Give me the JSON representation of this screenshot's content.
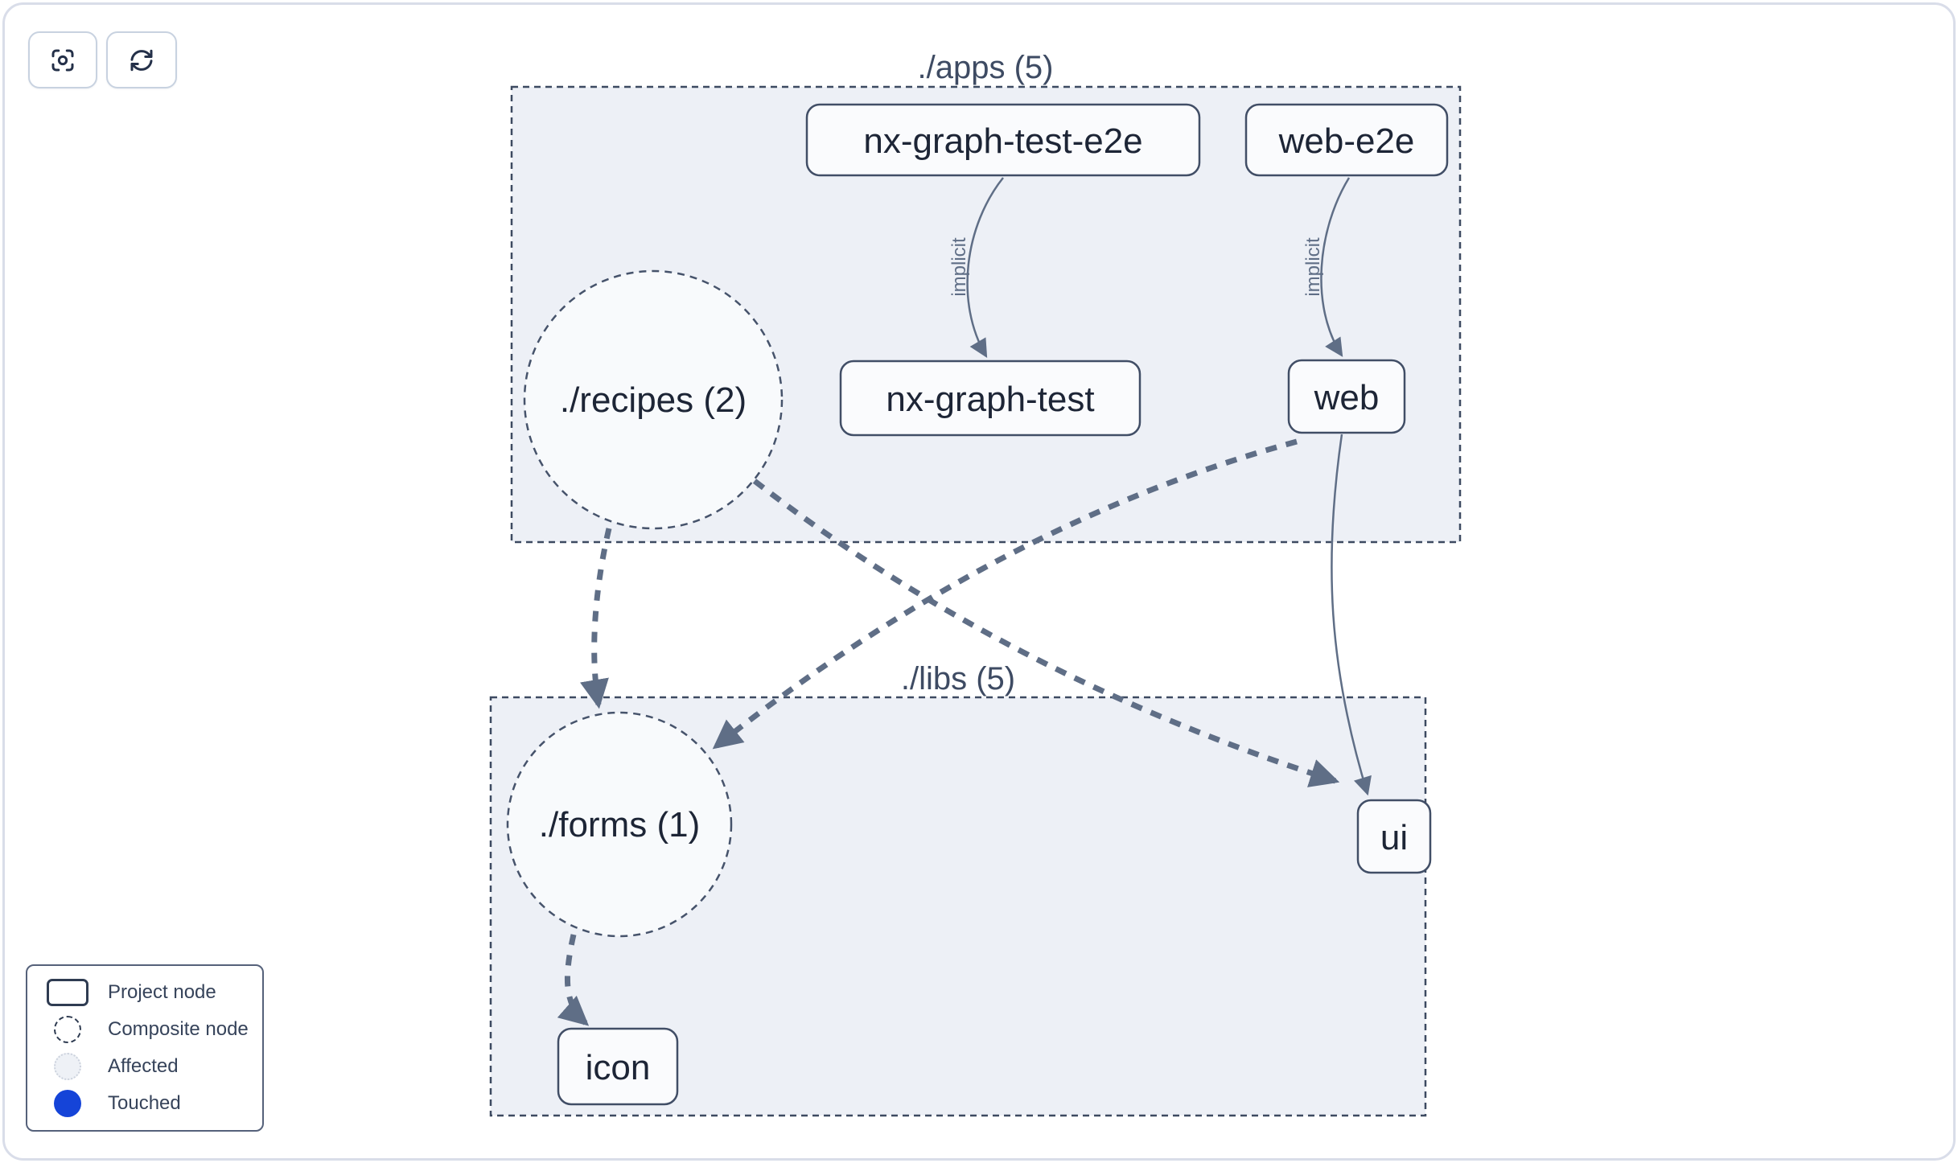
{
  "toolbar": {
    "focus_button": {
      "icon": "focus-target-icon"
    },
    "refresh_button": {
      "icon": "refresh-icon"
    }
  },
  "graph": {
    "groups": [
      {
        "id": "apps",
        "label": "./apps (5)"
      },
      {
        "id": "libs",
        "label": "./libs (5)"
      }
    ],
    "nodes": [
      {
        "id": "nx-graph-test-e2e",
        "label": "nx-graph-test-e2e",
        "type": "project",
        "group": "apps"
      },
      {
        "id": "web-e2e",
        "label": "web-e2e",
        "type": "project",
        "group": "apps"
      },
      {
        "id": "recipes",
        "label": "./recipes (2)",
        "type": "composite",
        "group": "apps"
      },
      {
        "id": "nx-graph-test",
        "label": "nx-graph-test",
        "type": "project",
        "group": "apps"
      },
      {
        "id": "web",
        "label": "web",
        "type": "project",
        "group": "apps"
      },
      {
        "id": "forms",
        "label": "./forms (1)",
        "type": "composite",
        "group": "libs"
      },
      {
        "id": "ui",
        "label": "ui",
        "type": "project",
        "group": "libs"
      },
      {
        "id": "icon",
        "label": "icon",
        "type": "project",
        "group": "libs"
      }
    ],
    "edges": [
      {
        "from": "nx-graph-test-e2e",
        "to": "nx-graph-test",
        "label": "implicit",
        "style": "solid"
      },
      {
        "from": "web-e2e",
        "to": "web",
        "label": "implicit",
        "style": "solid"
      },
      {
        "from": "web",
        "to": "ui",
        "label": "",
        "style": "solid"
      },
      {
        "from": "recipes",
        "to": "forms",
        "label": "",
        "style": "dashed-thick"
      },
      {
        "from": "recipes",
        "to": "ui",
        "label": "",
        "style": "dashed-thick"
      },
      {
        "from": "web",
        "to": "forms",
        "label": "",
        "style": "dashed-thick"
      },
      {
        "from": "forms",
        "to": "icon",
        "label": "",
        "style": "dashed-thick"
      }
    ]
  },
  "legend": {
    "items": [
      {
        "label": "Project node",
        "swatch": "project-node-swatch"
      },
      {
        "label": "Composite node",
        "swatch": "composite-node-swatch"
      },
      {
        "label": "Affected",
        "swatch": "affected-swatch"
      },
      {
        "label": "Touched",
        "swatch": "touched-swatch"
      }
    ]
  },
  "colors": {
    "group_fill": "#edf0f6",
    "group_border": "#3d4a61",
    "node_fill": "#fafbfd",
    "node_border": "#414e66",
    "node_text": "#1d2536",
    "edge": "#5f6e86",
    "edge_label": "#5f6e86",
    "touched_blue": "#1544d8",
    "affected_fill": "#eef1f6",
    "frame_border": "#d9dde9",
    "button_border": "#c8d2e0",
    "icon_color": "#243049"
  }
}
